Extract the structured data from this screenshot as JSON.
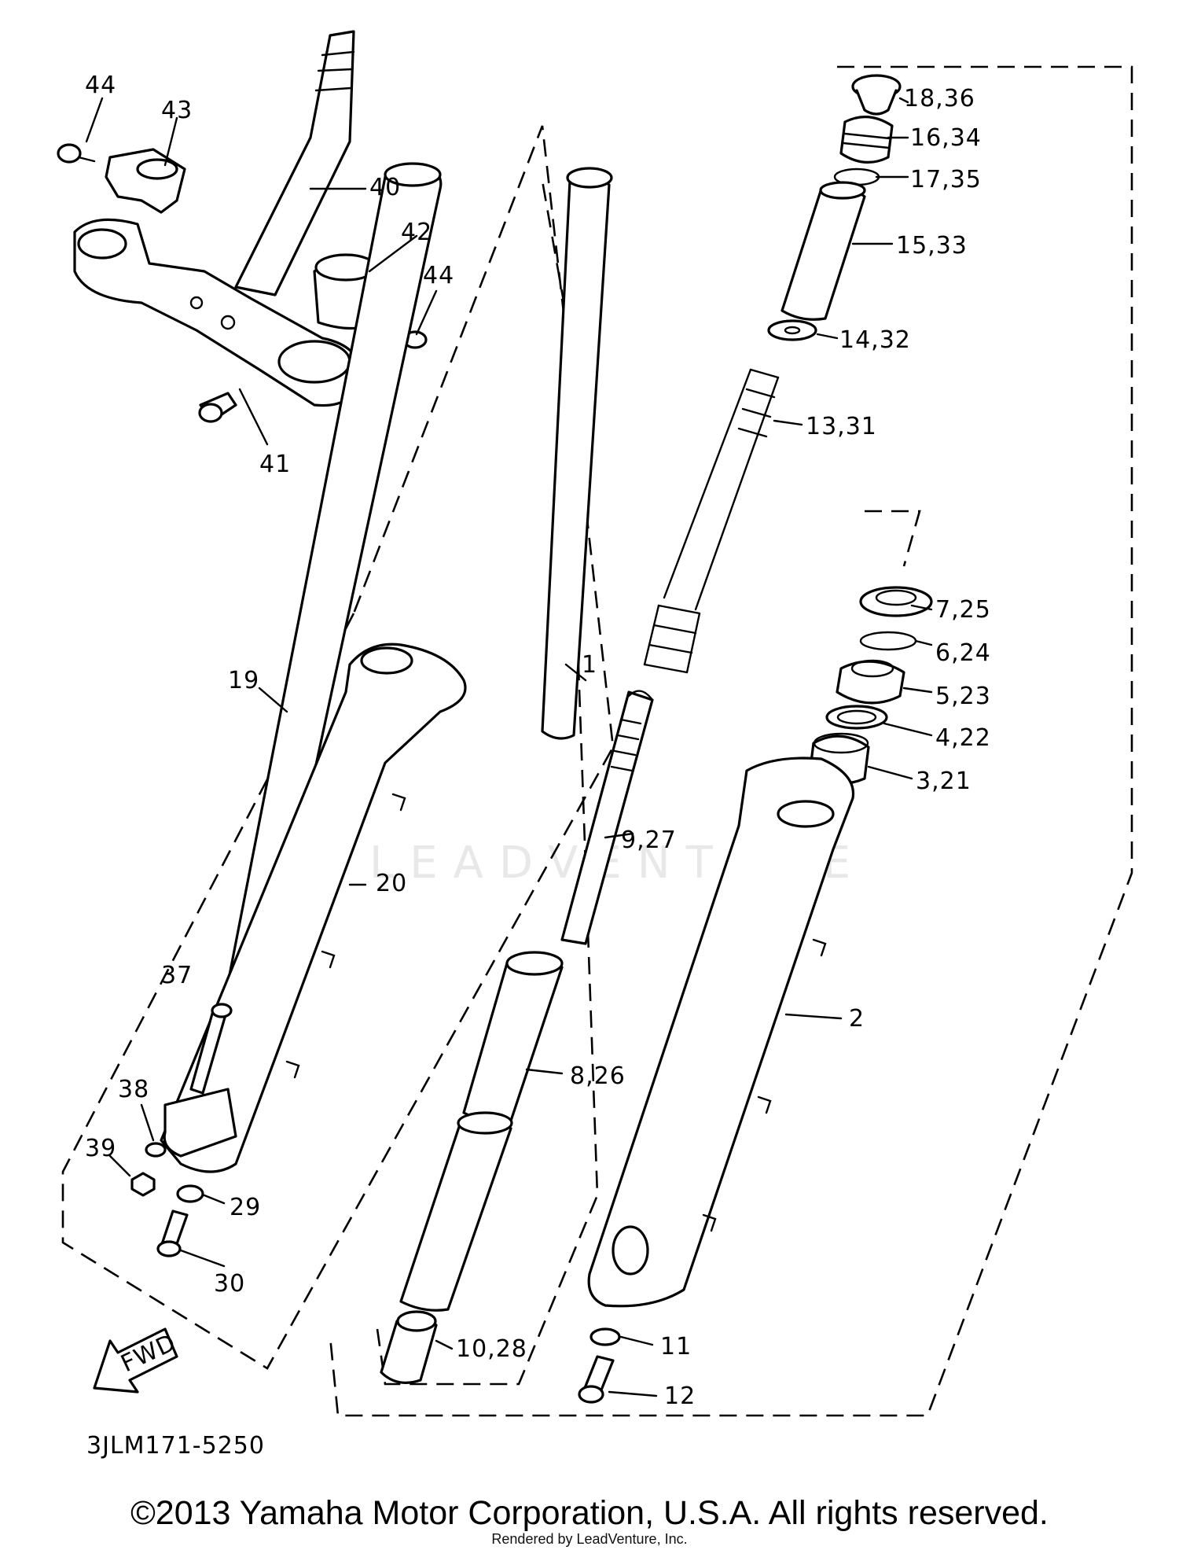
{
  "diagram_code": "3JLM171-5250",
  "copyright": "©2013 Yamaha Motor Corporation, U.S.A. All rights reserved.",
  "rendered_by": "Rendered by LeadVenture, Inc.",
  "watermark": "LEADVENTURE",
  "fwd_label": "FWD",
  "callouts": {
    "c44a": "44",
    "c43": "43",
    "c40": "40",
    "c42": "42",
    "c44b": "44",
    "c41": "41",
    "c18_36": "18,36",
    "c16_34": "16,34",
    "c17_35": "17,35",
    "c15_33": "15,33",
    "c14_32": "14,32",
    "c13_31": "13,31",
    "c7_25": "7,25",
    "c6_24": "6,24",
    "c5_23": "5,23",
    "c4_22": "4,22",
    "c3_21": "3,21",
    "c19": "19",
    "c1": "1",
    "c9_27": "9,27",
    "c20": "20",
    "c37": "37",
    "c2": "2",
    "c38": "38",
    "c8_26": "8,26",
    "c39": "39",
    "c29": "29",
    "c30": "30",
    "c10_28": "10,28",
    "c11": "11",
    "c12": "12"
  }
}
